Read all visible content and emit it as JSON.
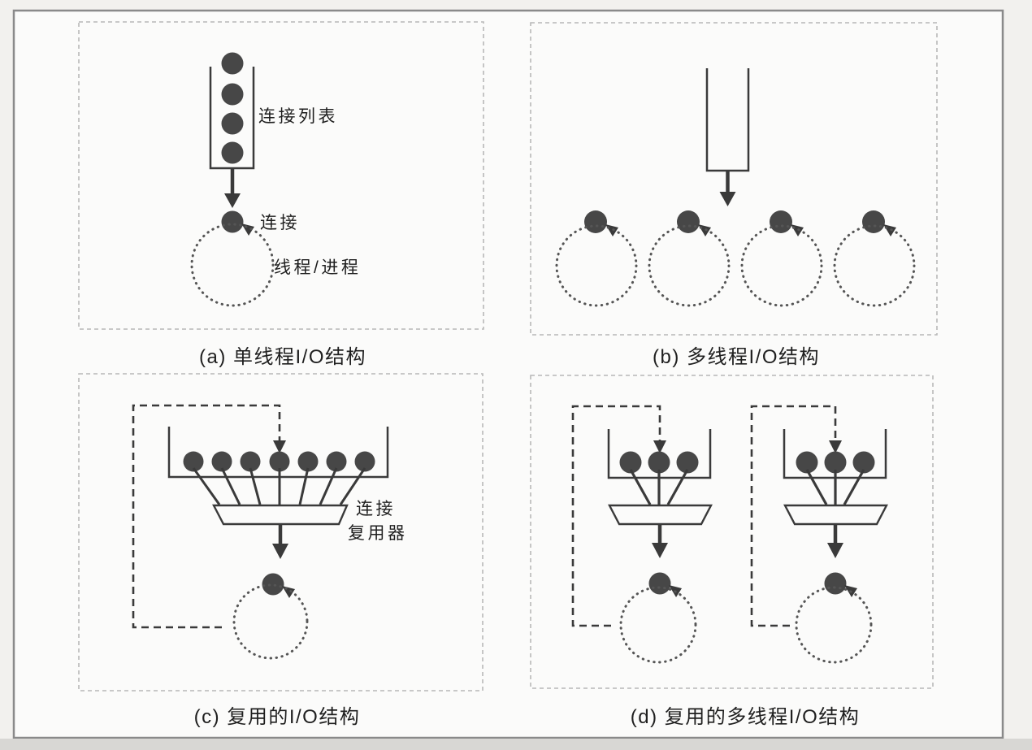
{
  "captions": {
    "a": "(a) 单线程I/O结构",
    "b": "(b) 多线程I/O结构",
    "c": "(c) 复用的I/O结构",
    "d": "(d) 复用的多线程I/O结构"
  },
  "labels": {
    "connection_list": "连接列表",
    "connection": "连接",
    "thread_process": "线程/进程",
    "multiplexer_line1": "连接",
    "multiplexer_line2": "复用器"
  },
  "colors": {
    "page_bg": "#f2f1ee",
    "figure_bg": "#fbfbfa",
    "outer_border": "#8a8a8a",
    "panel_border": "#b8b8b8",
    "ink": "#3a3a3a",
    "dot_fill": "#474747",
    "text": "#1f1f1f",
    "bottom_strip": "#d8d7d4"
  }
}
